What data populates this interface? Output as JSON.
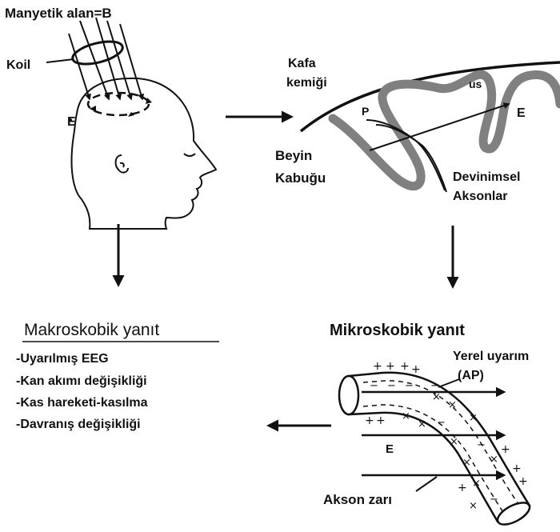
{
  "labels": {
    "magnetic_field": "Manyetik alan=B",
    "coil": "Koil",
    "e_head": "E",
    "skull": "Kafa",
    "skull2": "kemiği",
    "gyrus": "us",
    "p": "P",
    "e_brain": "E",
    "cortex1": "Beyin",
    "cortex2": "Kabuğu",
    "motor1": "Devinimsel",
    "motor2": "Aksonlar",
    "macro_title": "Makroskobik yanıt",
    "micro_title": "Mikroskobik yanıt",
    "local1": "Yerel uyarım",
    "local2": "(AP)",
    "e_axon": "E",
    "membrane": "Akson zarı"
  },
  "macro_items": [
    "-Uyarılmış EEG",
    "-Kan akımı değişikliği",
    "-Kas hareketi-kasılma",
    "-Davranış değişikliği"
  ],
  "colors": {
    "ink": "#111111",
    "gyrus_gray": "#808080",
    "background": "#ffffff"
  }
}
